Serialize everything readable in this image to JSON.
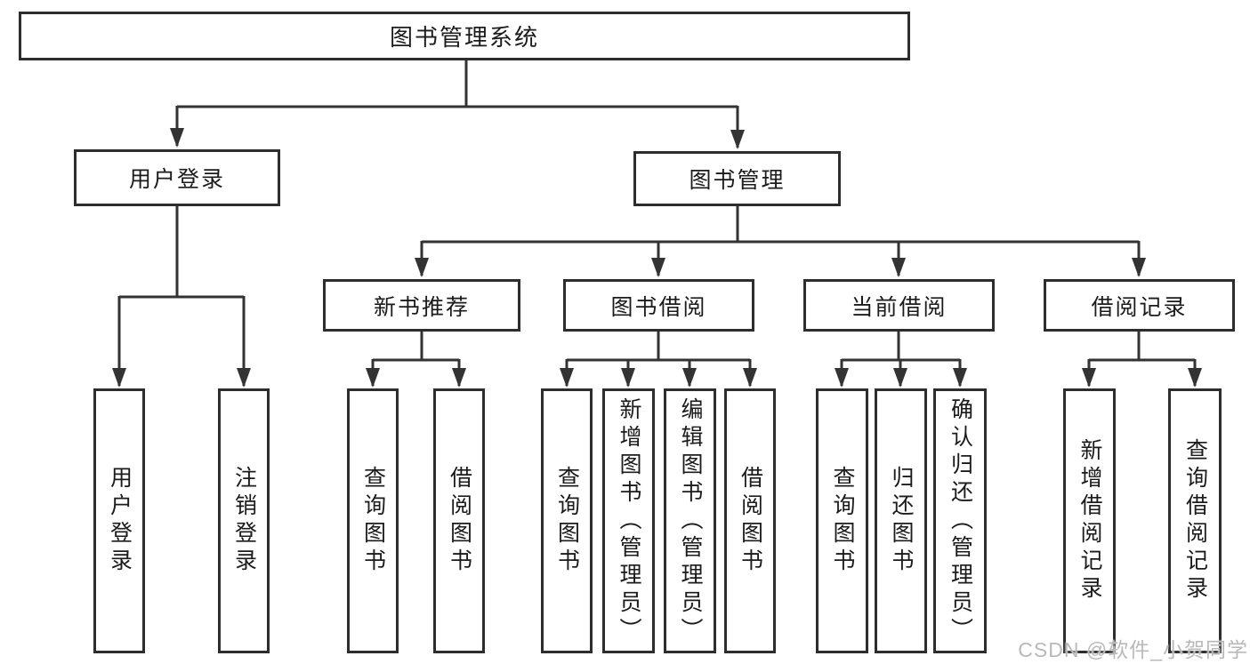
{
  "diagram": {
    "root": {
      "label": "图书管理系统",
      "children": [
        {
          "label": "用户登录",
          "children": [
            {
              "label": "用户登录"
            },
            {
              "label": "注销登录"
            }
          ]
        },
        {
          "label": "图书管理",
          "children": [
            {
              "label": "新书推荐",
              "children": [
                {
                  "label": "查询图书"
                },
                {
                  "label": "借阅图书"
                }
              ]
            },
            {
              "label": "图书借阅",
              "children": [
                {
                  "label": "查询图书"
                },
                {
                  "label": "新增图书（管理员）"
                },
                {
                  "label": "编辑图书（管理员）"
                },
                {
                  "label": "借阅图书"
                }
              ]
            },
            {
              "label": "当前借阅",
              "children": [
                {
                  "label": "查询图书"
                },
                {
                  "label": "归还图书"
                },
                {
                  "label": "确认归还（管理员）"
                }
              ]
            },
            {
              "label": "借阅记录",
              "children": [
                {
                  "label": "新增借阅记录"
                },
                {
                  "label": "查询借阅记录"
                }
              ]
            }
          ]
        }
      ]
    }
  },
  "watermark": {
    "text": "CSDN @软件_小贺同学"
  },
  "colors": {
    "line": "#333333",
    "box_border": "#2d2d2d",
    "text": "#1b1b1b",
    "watermark": "#b9b9b9",
    "background": "#ffffff"
  }
}
